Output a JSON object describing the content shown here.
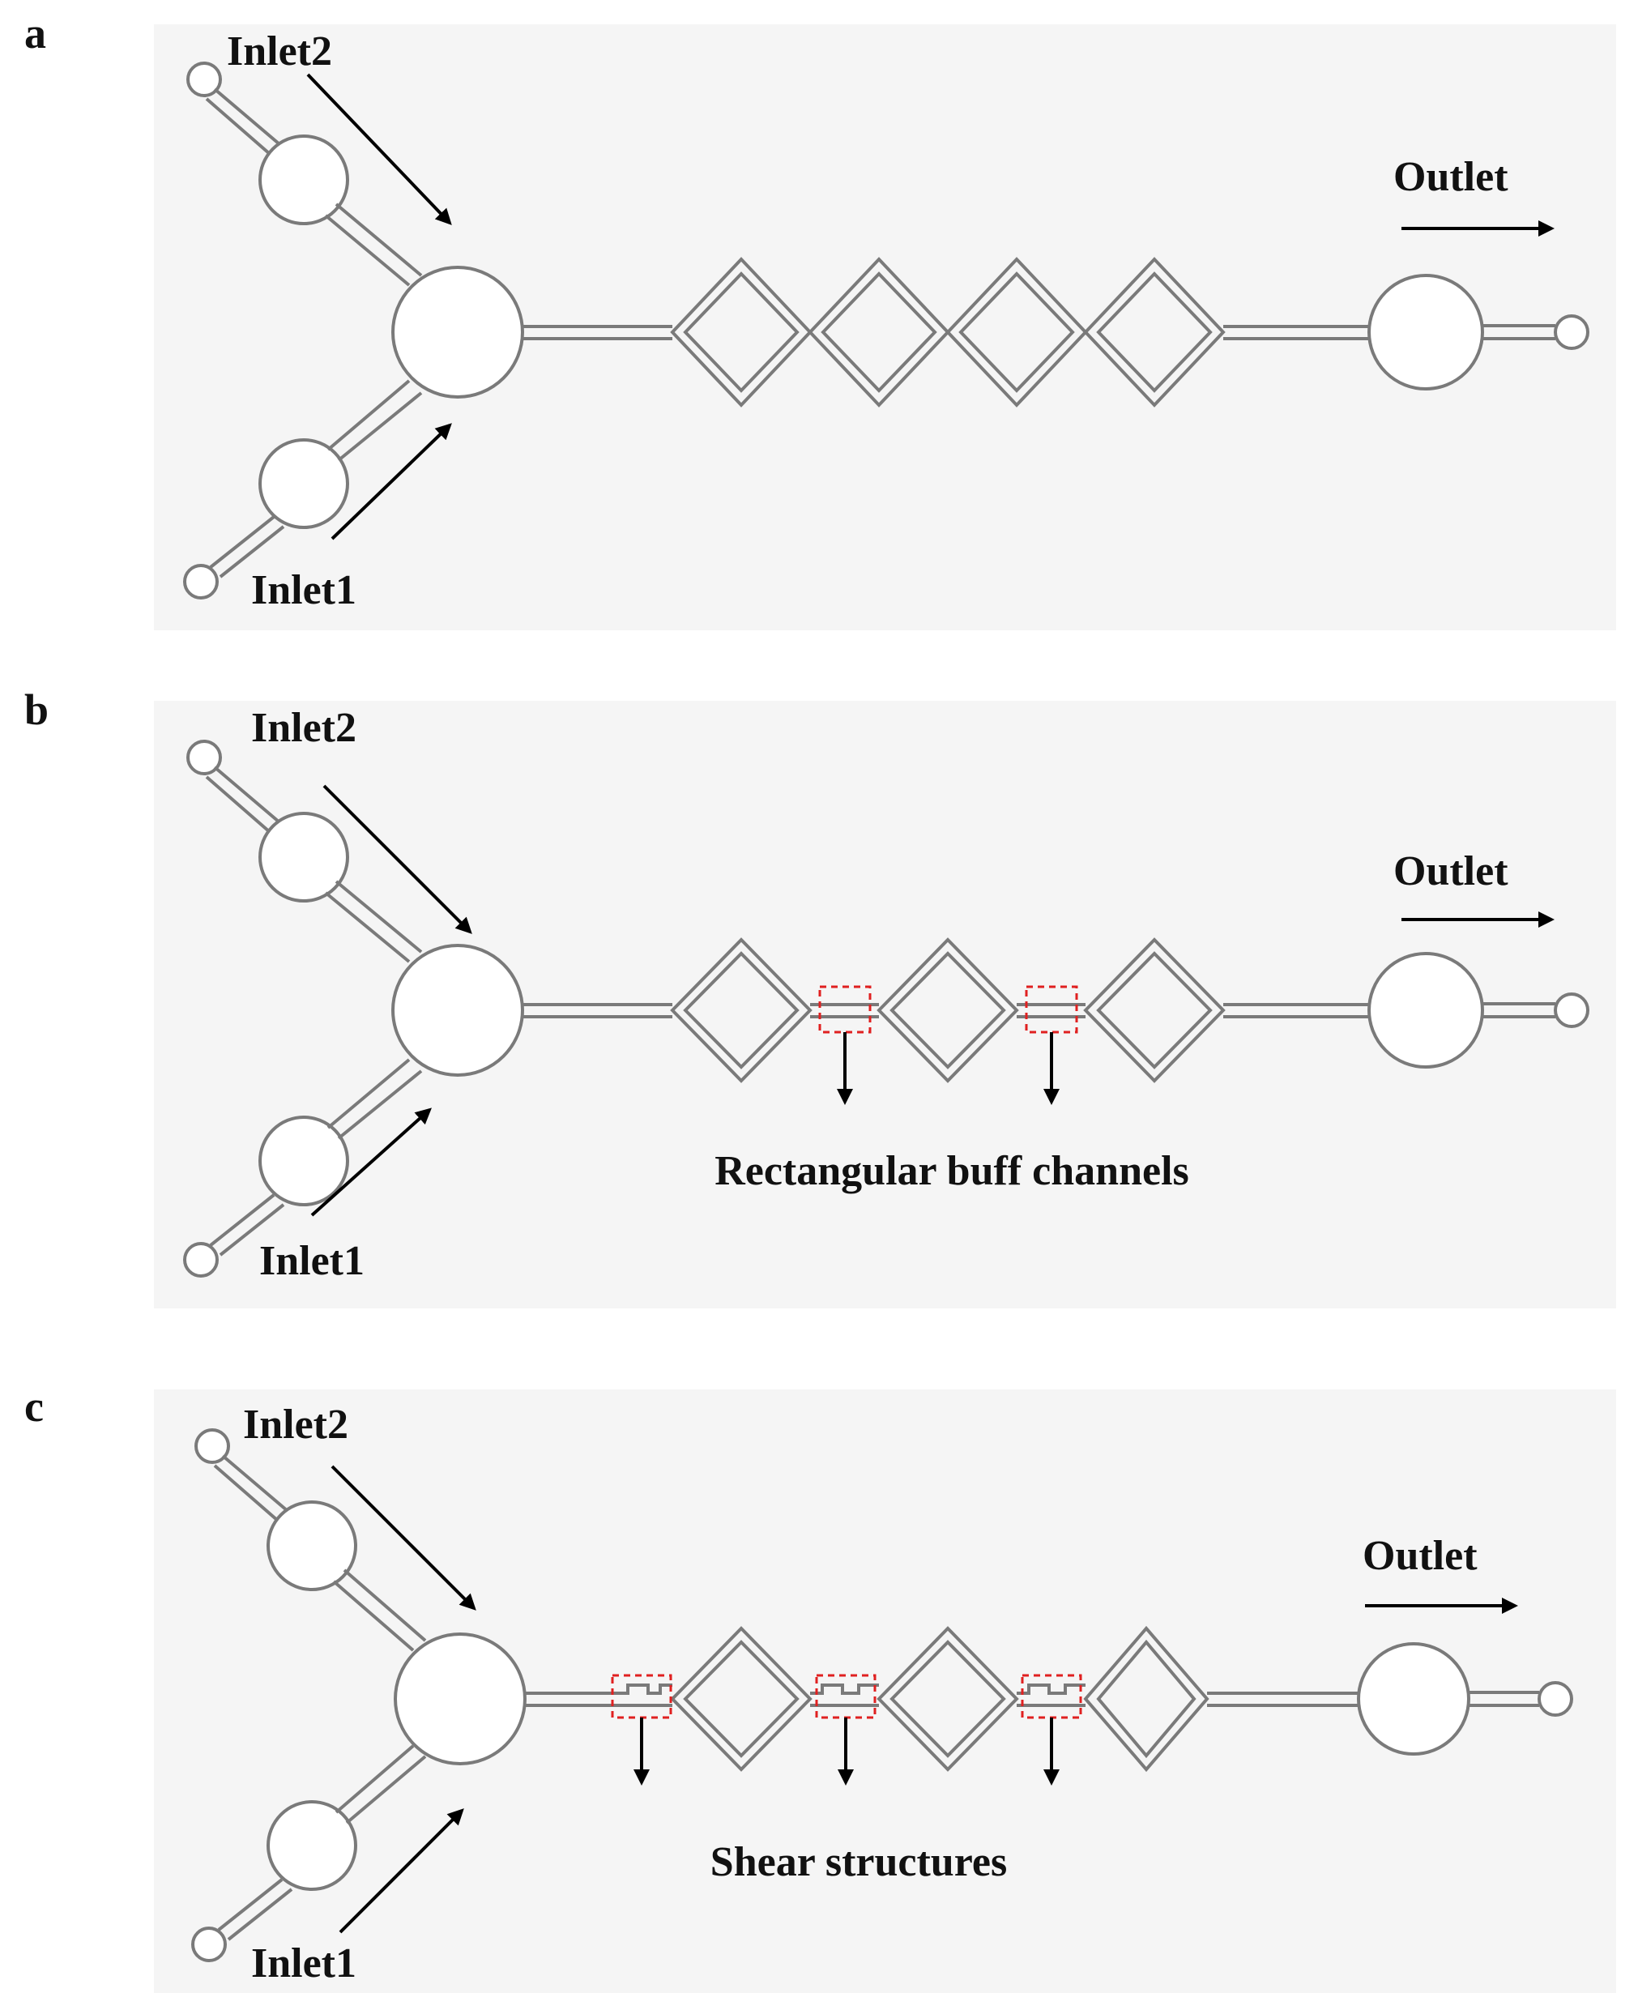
{
  "panels": [
    {
      "letter": "a",
      "inlet2": "Inlet2",
      "inlet1": "Inlet1",
      "outlet": "Outlet",
      "caption": ""
    },
    {
      "letter": "b",
      "inlet2": "Inlet2",
      "inlet1": "Inlet1",
      "outlet": "Outlet",
      "caption": "Rectangular buff channels"
    },
    {
      "letter": "c",
      "inlet2": "Inlet2",
      "inlet1": "Inlet1",
      "outlet": "Outlet",
      "caption": "Shear structures"
    }
  ],
  "colors": {
    "channel": "#7a7a7a",
    "arrow": "#000000",
    "highlight": "#e02020",
    "panel_bg": "#f5f5f5"
  }
}
